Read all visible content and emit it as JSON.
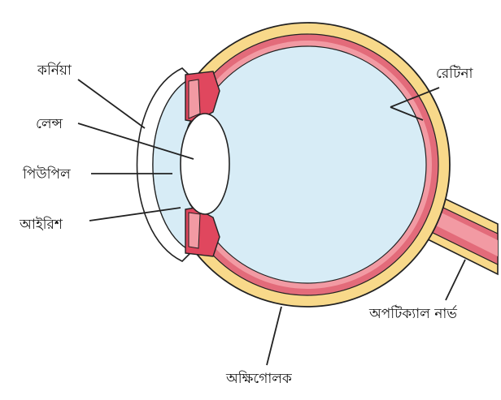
{
  "labels": {
    "cornea": "কর্নিয়া",
    "lens": "লেন্স",
    "pupil": "পিউপিল",
    "iris": "আইরিশ",
    "retina": "রেটিনা",
    "optic_nerve": "অপটিক্যাল নার্ভ",
    "eyeball": "অক্ষিগোলক"
  },
  "colors": {
    "sclera": "#f8d98a",
    "choroid": "#e36b7a",
    "retina": "#f29aa3",
    "vitreous": "#d7ecf6",
    "aqueous": "#d7ecf6",
    "cornea": "#ffffff",
    "lens": "#ffffff",
    "iris": "#e0475e",
    "outline": "#222222"
  }
}
